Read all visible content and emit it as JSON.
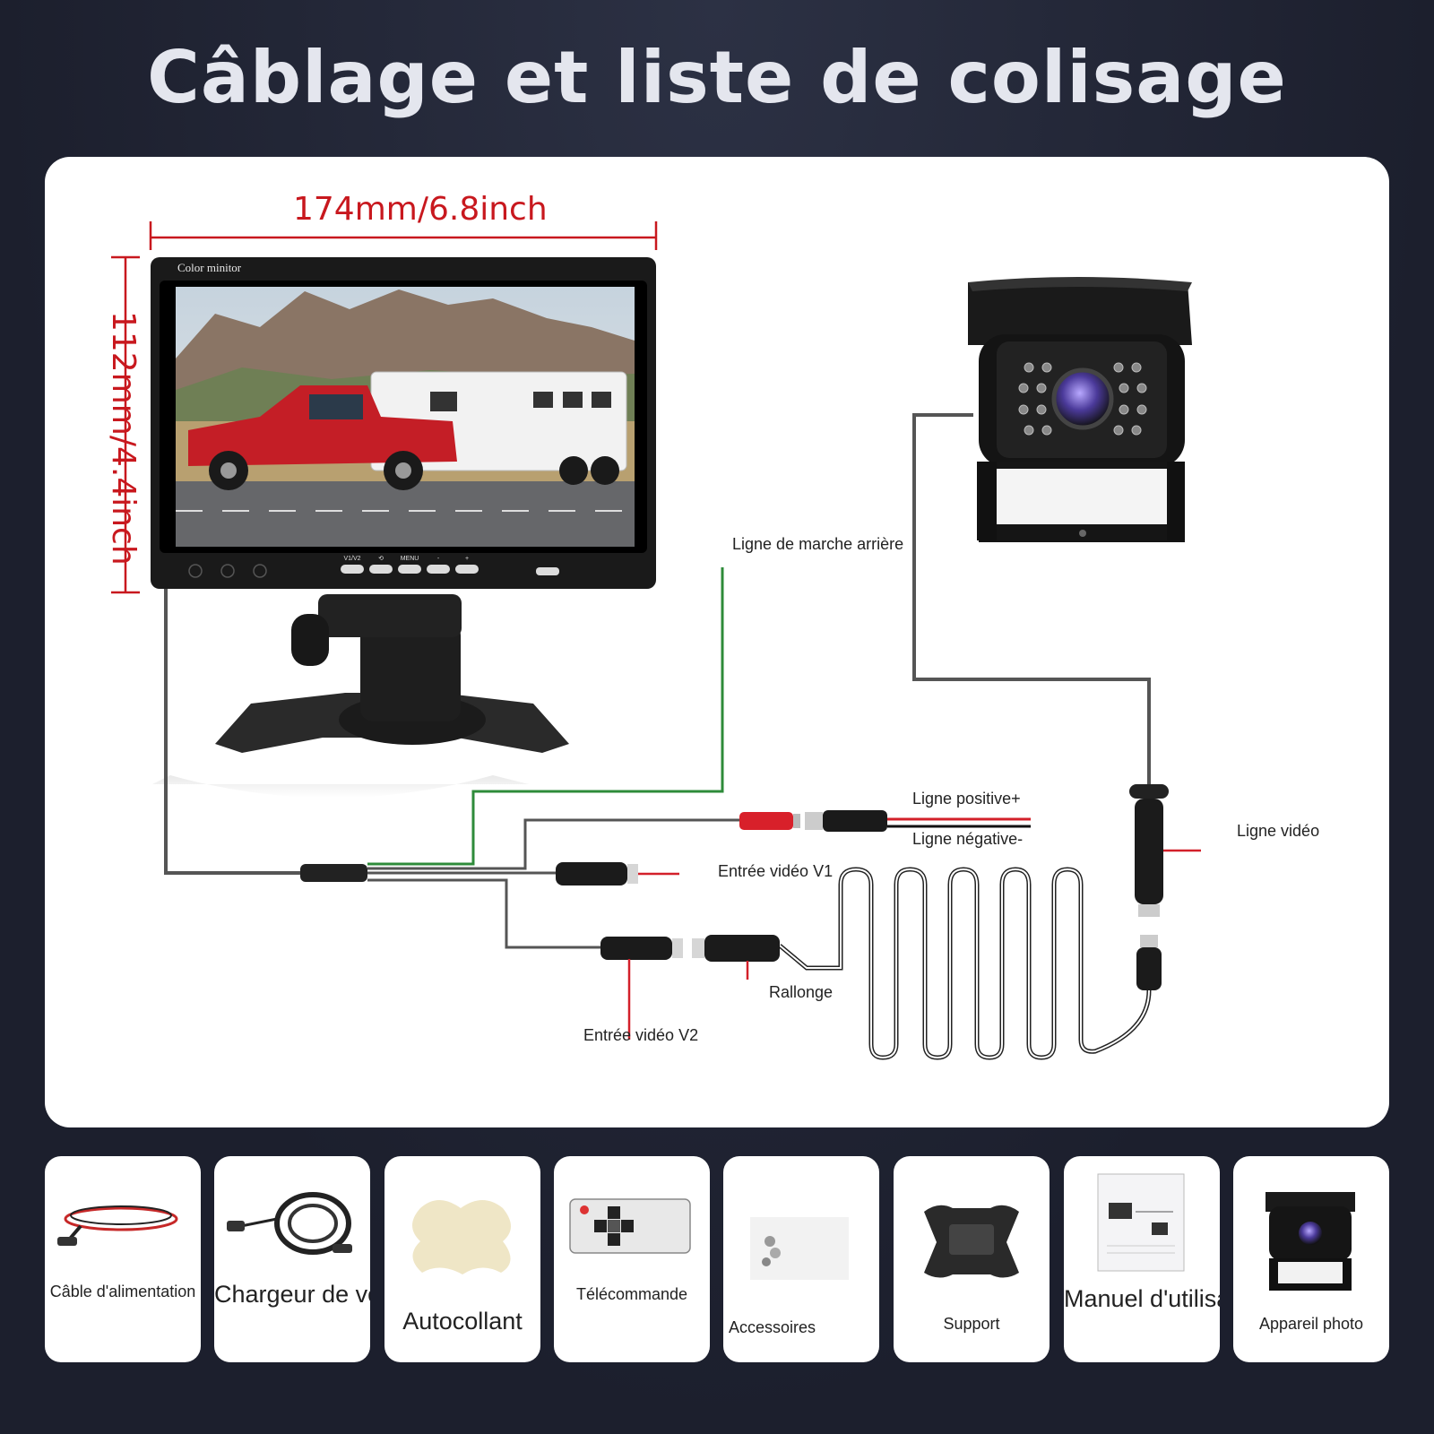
{
  "page_title": "Câblage et liste de colisage",
  "diagram": {
    "width_dimension": "174mm/6.8inch",
    "height_dimension": "112mm/4.4inch",
    "monitor_brand_text": "Color minitor",
    "monitor_buttons": [
      "V1/V2",
      "⟲",
      "MENU",
      "-",
      "+"
    ],
    "labels": {
      "reverse_line": "Ligne de marche arrière",
      "positive_line": "Ligne positive+",
      "negative_line": "Ligne négative-",
      "video_line": "Ligne vidéo",
      "video_input_v1": "Entrée vidéo V1",
      "video_input_v2": "Entrée vidéo V2",
      "extension": "Rallonge"
    },
    "wire_colors": {
      "video": "#555555",
      "reverse": "#2e8b3a",
      "positive": "#d3202a",
      "negative": "#111111",
      "pointer": "#d3202a"
    }
  },
  "packing_list": [
    {
      "label": "Câble d'alimentation",
      "icon": "power-cable-icon"
    },
    {
      "label": "Chargeur de voiture",
      "icon": "car-charger-icon"
    },
    {
      "label": "Autocollant",
      "icon": "sticker-icon"
    },
    {
      "label": "Télécommande",
      "icon": "remote-control-icon"
    },
    {
      "label": "Accessoires",
      "icon": "screws-icon"
    },
    {
      "label": "Support",
      "icon": "bracket-icon"
    },
    {
      "label": "Manuel d'utilisation",
      "icon": "manual-icon"
    },
    {
      "label": "Appareil photo",
      "icon": "camera-icon"
    }
  ]
}
